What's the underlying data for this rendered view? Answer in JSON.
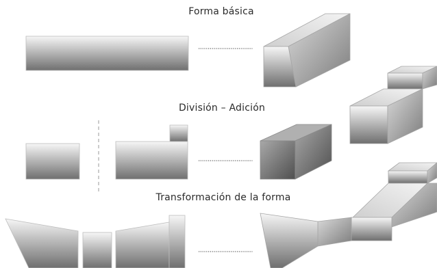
{
  "titles": {
    "basic_form": "Forma básica",
    "division_addition": "División – Adición",
    "shape_transformation": "Transformación de la forma"
  },
  "colors": {
    "face_light": "#f4f4f4",
    "face_mid": "#bdbdbd",
    "face_dark": "#6e6e6e",
    "edge": "#9a9a9a",
    "dots": "#7a7a7a"
  }
}
